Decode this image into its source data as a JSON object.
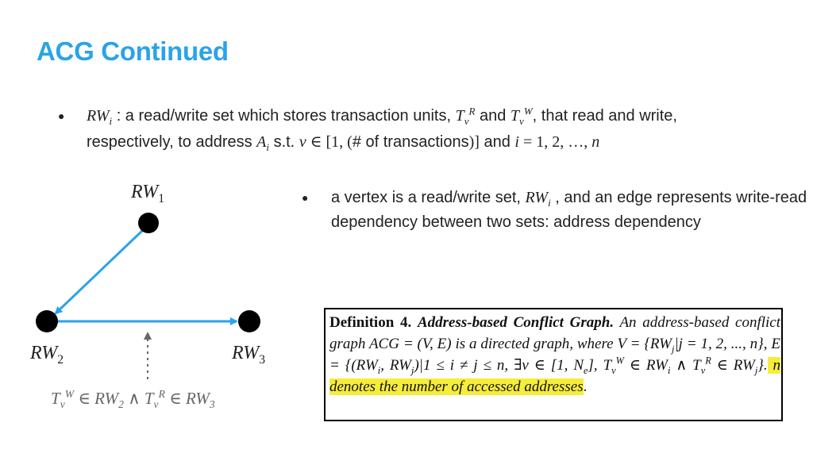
{
  "title": "ACG Continued",
  "bullet_symbol": "●",
  "bullet1": {
    "rw": "RW",
    "rw_sub": "i",
    "part1": " : a read/write set which stores transaction units, ",
    "t": "T",
    "t_sub": "v",
    "r_sup": "R",
    "and1": " and ",
    "w_sup": "W",
    "part2": ", that read and write,",
    "line2_part1": "respectively, to address ",
    "a": "A",
    "a_sub": "i",
    "st": " s.t. ",
    "v": "v",
    "in_range_open": " ∈ [1, (",
    "num_tx": "# of transactions",
    "range_close": ")]",
    "and2": " and ",
    "i_var": "i",
    "eq_list": " = 1, 2, …, ",
    "n_var": "n"
  },
  "bullet2": {
    "part1": "a vertex is a read/write set, ",
    "rw": "RW",
    "rw_sub": "i",
    "part2": " , and an edge represents write-read dependency between two sets: address dependency"
  },
  "graph": {
    "nodes": [
      {
        "name": "RW",
        "sub": "1"
      },
      {
        "name": "RW",
        "sub": "2"
      },
      {
        "name": "RW",
        "sub": "3"
      }
    ],
    "edge_color": "#2aa3e8",
    "caption": {
      "t1": "T",
      "v1": "v",
      "w_sup": "W",
      "in1": " ∈ ",
      "rw2": "RW",
      "rw2_sub": "2",
      "and": " ∧ ",
      "t2": "T",
      "v2": "v",
      "r_sup": "R",
      "in2": " ∈ ",
      "rw3": "RW",
      "rw3_sub": "3"
    }
  },
  "definition": {
    "label": "Definition 4.",
    "name": "Address-based Conflict Graph.",
    "body1": " An address-based conflict graph ",
    "acg_eq": "ACG = (V, E)",
    "body2": " is a directed graph, where ",
    "v_def": "V = {RW",
    "v_def_sub": "j",
    "v_def_rest": "|j = 1, 2, ..., n},",
    "e_def": " E = {(RW",
    "e_i": "i",
    "e_comma": ", RW",
    "e_j": "j",
    "e_rest": ")|1 ≤ i ≠ j ≤ n, ∃v ∈ [1, N",
    "e_e": "e",
    "e_tw": "], T",
    "e_tw_sub": "v",
    "e_tw_sup": "W",
    "e_in1": " ∈ RW",
    "e_in1_sub": "i",
    "e_and": " ∧ T",
    "e_tr_sub": "v",
    "e_tr_sup": "R",
    "e_in2": " ∈ RW",
    "e_in2_sub": "j",
    "e_close": "}.",
    "highlight": " n denotes the number of accessed addresses",
    "end": "."
  }
}
